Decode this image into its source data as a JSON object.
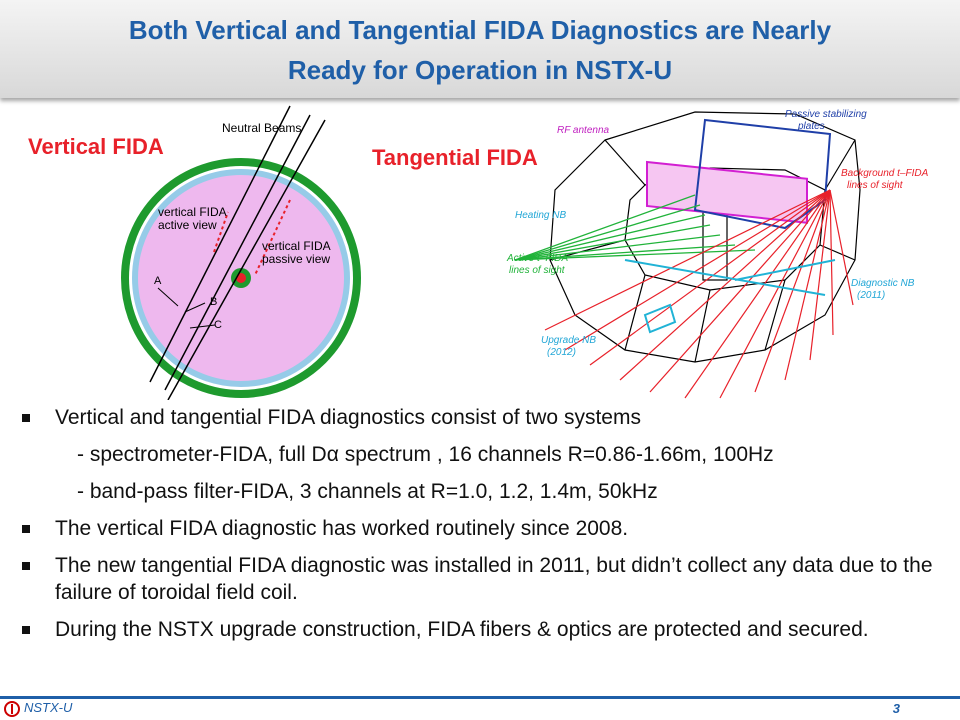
{
  "title": {
    "line1": "Both Vertical and Tangential FIDA Diagnostics are Nearly",
    "line2": "Ready for Operation in NSTX-U"
  },
  "labels": {
    "vertical": "Vertical FIDA",
    "tangential": "Tangential FIDA"
  },
  "vertical_figure": {
    "neutral_beams": "Neutral Beams",
    "active_view_1": "vertical FIDA",
    "active_view_2": "active view",
    "passive_view_1": "vertical FIDA",
    "passive_view_2": "passive view",
    "beam_a": "A",
    "beam_b": "B",
    "beam_c": "C"
  },
  "tangential_figure": {
    "rf_antenna": "RF antenna",
    "passive_plates_1": "Passive stabilizing",
    "passive_plates_2": "plates",
    "background_1": "Background t–FIDA",
    "background_2": "lines of sight",
    "heating_nb": "Heating NB",
    "active_1": "Active t–FIDA",
    "active_2": "lines of sight",
    "diagnostic_nb_1": "Diagnostic NB",
    "diagnostic_nb_2": "(2011)",
    "upgrade_nb_1": "Upgrade NB",
    "upgrade_nb_2": "(2012)"
  },
  "bullets": {
    "b1": "Vertical and tangential FIDA diagnostics consist of two systems",
    "s1": "- spectrometer-FIDA, full Dα spectrum , 16 channels R=0.86-1.66m, 100Hz",
    "s2": "- band-pass filter-FIDA, 3 channels at R=1.0, 1.2, 1.4m, 50kHz",
    "b2": "The vertical FIDA diagnostic has worked routinely since 2008.",
    "b3": "The  new tangential FIDA  diagnostic was installed in 2011, but didn’t collect any data due to the failure of toroidal field coil.",
    "b4": "During the NSTX upgrade construction, FIDA fibers & optics are protected and secured."
  },
  "footer": {
    "org": "NSTX-U",
    "page": "3"
  }
}
